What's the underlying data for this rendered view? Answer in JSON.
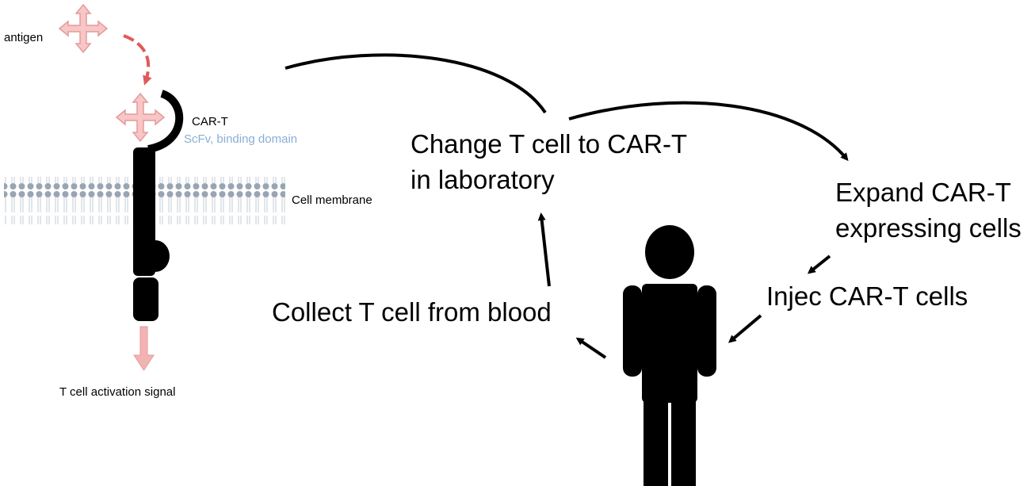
{
  "receptor": {
    "antigen_label": "antigen",
    "cart_label": "CAR-T",
    "scfv_label": "ScFv, binding domain",
    "membrane_label": "Cell membrane",
    "signal_label": "T cell activation signal"
  },
  "workflow": {
    "step_change_line1": "Change T cell to CAR-T",
    "step_change_line2": "in laboratory",
    "step_expand_line1": "Expand CAR-T",
    "step_expand_line2": "expressing cells",
    "step_inject": "Injec CAR-T cells",
    "step_collect": "Collect T cell from blood"
  },
  "colors": {
    "antigen_fill": "#f7c6c6",
    "antigen_stroke": "#e59a9a",
    "signal_arrow": "#f2b3b3",
    "receptor": "#000000",
    "membrane_head": "#9aa5b3",
    "scfv_text": "#8aaed6"
  }
}
